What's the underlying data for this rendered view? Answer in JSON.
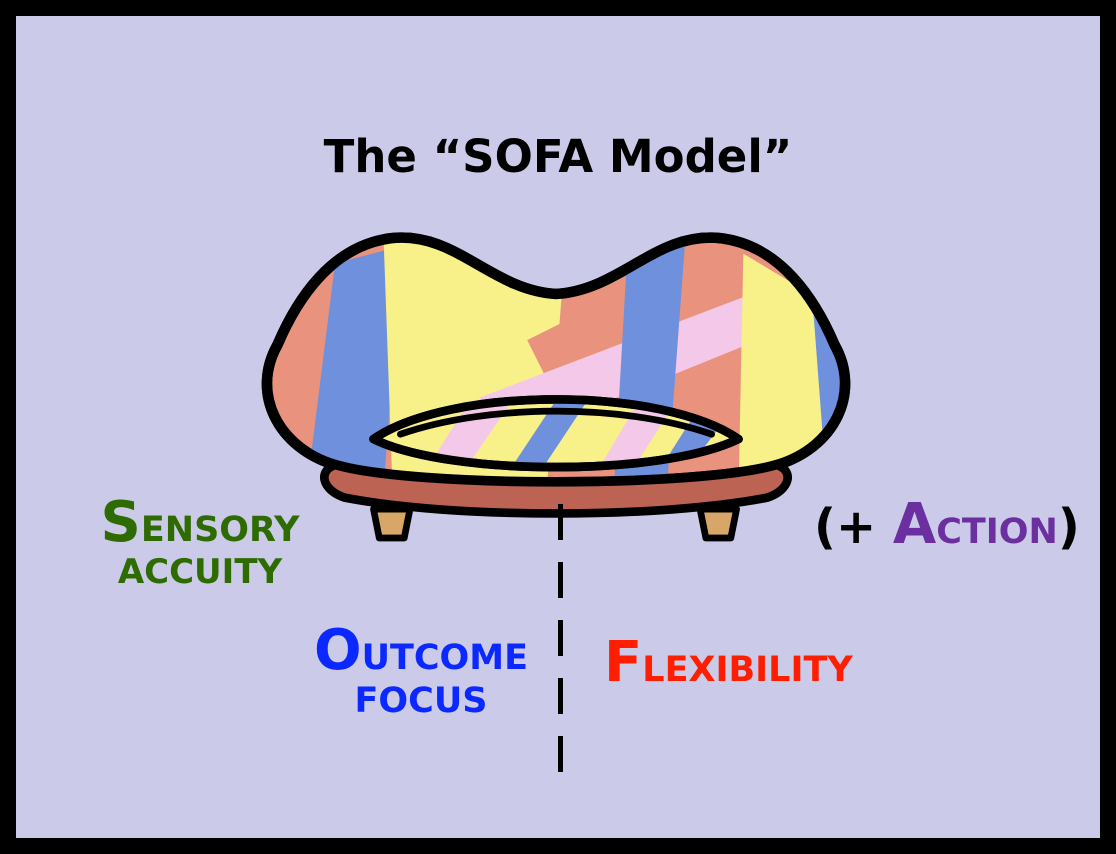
{
  "title": "The “SOFA Model”",
  "labels": {
    "sensory": {
      "initial": "S",
      "rest": "ENSORY",
      "line2": "ACCUITY"
    },
    "outcome": {
      "initial": "O",
      "rest": "UTCOME",
      "line2": "FOCUS"
    },
    "flexibility": {
      "initial": "F",
      "rest": "LEXIBILITY"
    },
    "action": {
      "open": "(+ ",
      "initial": "A",
      "rest": "CTION",
      "close": ")"
    }
  },
  "illustration": {
    "name": "patchwork-cartoon-sofa",
    "divider": "vertical-dashed-line"
  },
  "colors": {
    "page-bg": "#cbcbe9",
    "frame": "#000000",
    "outline": "#000000",
    "sensory-green": "#2e6b00",
    "outcome-blue": "#0a28ff",
    "flexibility-red": "#ff1e00",
    "action-purple": "#6b2fa0",
    "sofa-salmon": "#e9937f",
    "sofa-dark": "#bc6354",
    "sofa-yellow": "#f8f189",
    "sofa-blue": "#6e90dd",
    "sofa-pink": "#f3c8e9",
    "sofa-leg": "#d8a768"
  }
}
